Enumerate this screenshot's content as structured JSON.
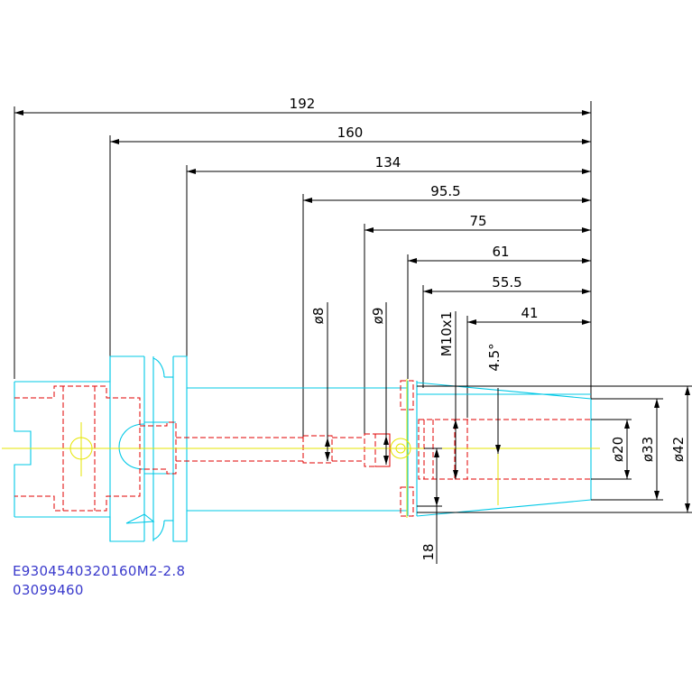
{
  "dimensions": {
    "d192": "192",
    "d160": "160",
    "d134": "134",
    "d95_5": "95.5",
    "d75": "75",
    "d61": "61",
    "d55_5": "55.5",
    "d41": "41",
    "dia8": "ø8",
    "dia9": "ø9",
    "thread": "M10x1",
    "angle": "4.5°",
    "dia20": "ø20",
    "dia33": "ø33",
    "dia42": "ø42",
    "d18": "18"
  },
  "part_code": "E9304540320160M2-2.8",
  "part_number": "03099460",
  "colors": {
    "outline": "#00c8e6",
    "hidden": "#e00000",
    "center": "#e6e600",
    "dimension": "#000000",
    "text": "#3a3acc"
  }
}
